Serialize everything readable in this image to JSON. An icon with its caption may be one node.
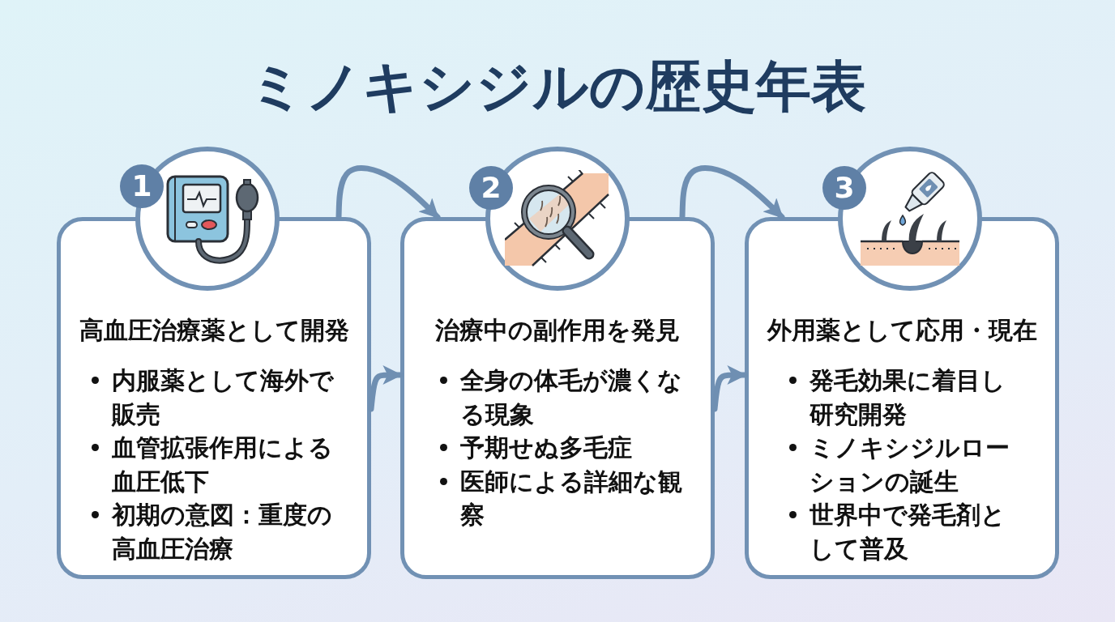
{
  "diagram": {
    "title": "ミノキシジルの歴史年表",
    "nodes": [
      {
        "text": [
          "1"
        ]
      },
      {
        "text": [],
        "shape": "circle"
      },
      {
        "text": [
          "高血圧治療薬として開発",
          "内服薬として海外で販売",
          "血管拡張作用による血圧低下",
          "初期の意図：重度の高血圧治療"
        ]
      },
      {
        "text": [
          "2"
        ]
      },
      {
        "text": [],
        "shape": "circle"
      },
      {
        "text": [
          "治療中の副作用を発見",
          "全身の体毛が濃くなる現象",
          "予期せぬ多毛症",
          "医師による詳細な観察"
        ]
      },
      {
        "text": [
          "3"
        ]
      },
      {
        "text": [],
        "shape": "circle"
      },
      {
        "text": [
          "外用薬として応用・現在",
          "発毛効果に着目し研究開発",
          "ミノキシジルローションの誕生",
          "世界中で発毛剤として普及"
        ]
      }
    ],
    "edges": [
      {
        "from": 2,
        "to": 5,
        "arrow": "to"
      },
      {
        "from": 2,
        "to": 5,
        "arrow": "to"
      },
      {
        "from": 5,
        "to": 8,
        "arrow": "to"
      },
      {
        "from": 5,
        "to": 8,
        "arrow": "to"
      }
    ]
  }
}
